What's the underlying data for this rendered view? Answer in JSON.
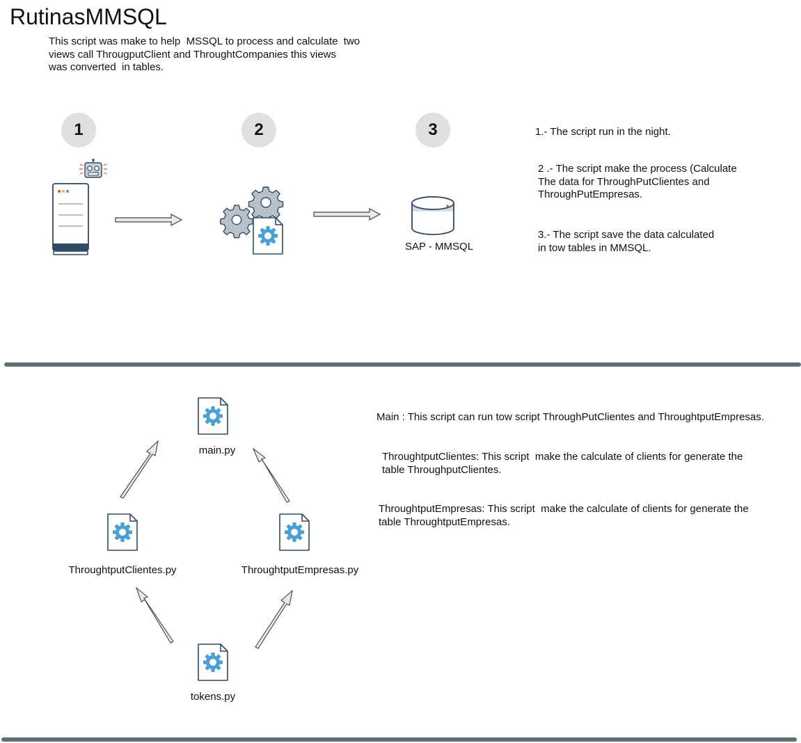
{
  "title": "RutinasMMSQL",
  "intro": [
    "This script was make to help  MSSQL to process and calculate  two",
    "views call ThrougputClient and ThroughtCompanies this views",
    "was converted  in tables."
  ],
  "steps": [
    {
      "number": "1",
      "icon": "server-robot-icon"
    },
    {
      "number": "2",
      "icon": "gears-process-icon"
    },
    {
      "number": "3",
      "icon": "database-icon",
      "label": "SAP - MMSQL"
    }
  ],
  "notes_top": [
    [
      "1.- The script run in the night."
    ],
    [
      "2 .- The script make the process (Calculate",
      "The data for ThroughPutClientes and",
      "ThroughPutEmpresas."
    ],
    [
      "3.- The script save the data calculated",
      "in tow tables in MMSQL."
    ]
  ],
  "files": {
    "main": "main.py",
    "clientes": "ThroughtputClientes.py",
    "empresas": "ThroughtputEmpresas.py",
    "tokens": "tokens.py"
  },
  "notes_bottom": [
    [
      "Main : This script can run tow script ThroughPutClientes and ThroughtputEmpresas."
    ],
    [
      "ThroughtputClientes: This script  make the calculate of clients for generate the",
      "table ThroughputClientes."
    ],
    [
      "ThroughtputEmpresas: This script  make the calculate of clients for generate the",
      "table ThroughtputEmpresas."
    ]
  ],
  "colors": {
    "badge_bg": "#dfe0e2",
    "divider": "#5e6e72",
    "icon_blue": "#4a9fd6",
    "icon_navy": "#2f4a66",
    "arrow_fill": "#e9e9e9"
  }
}
